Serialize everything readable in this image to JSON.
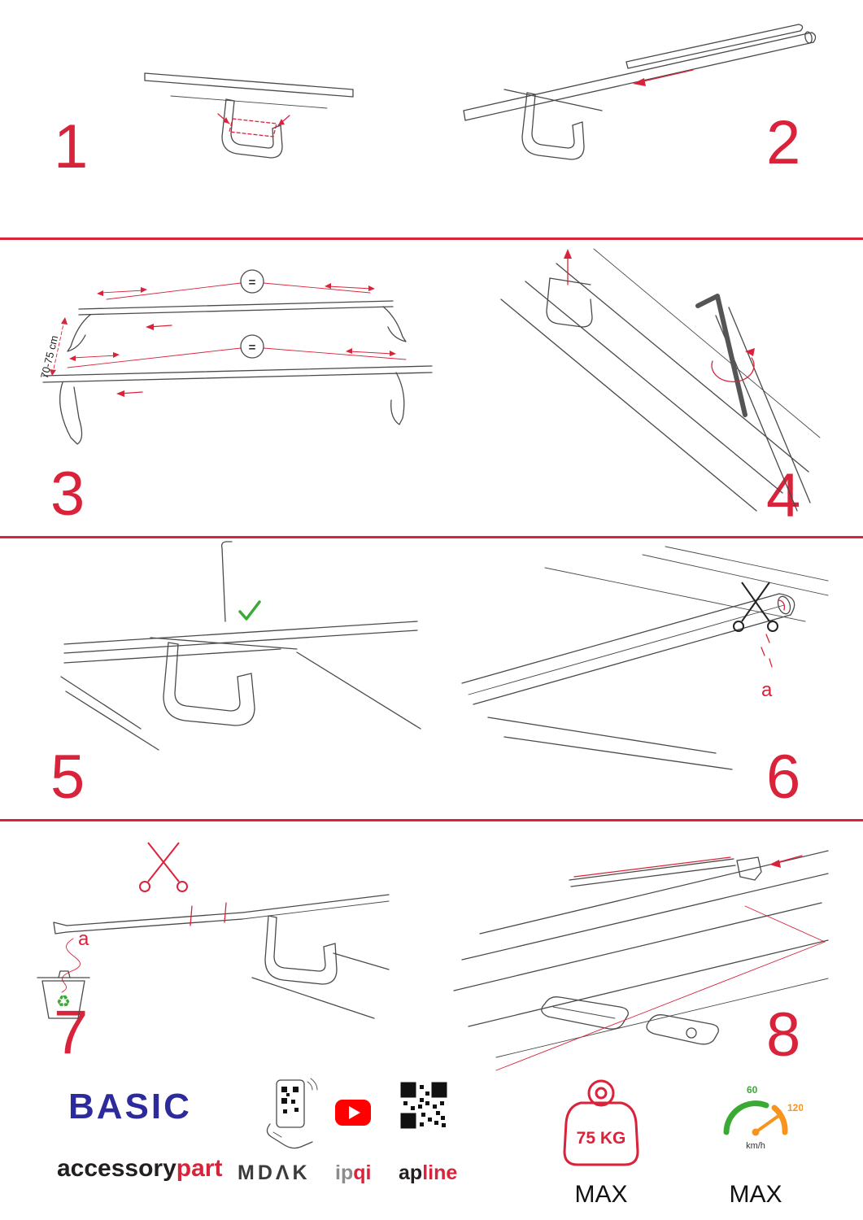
{
  "colors": {
    "accent": "#d9233a",
    "brand_blue": "#2d2b9c",
    "green": "#3aaa35",
    "orange": "#f7941d",
    "ink": "#231f20",
    "gray": "#8c8c8c",
    "youtube_red": "#ff0000"
  },
  "icons": {
    "recycle": "♻"
  },
  "steps": [
    {
      "number": "1"
    },
    {
      "number": "2"
    },
    {
      "number": "3",
      "distance_label": "70-75 cm",
      "equal_sign": "="
    },
    {
      "number": "4"
    },
    {
      "number": "5"
    },
    {
      "number": "6",
      "cut_label": "a"
    },
    {
      "number": "7",
      "cut_label": "a"
    },
    {
      "number": "8"
    }
  ],
  "footer": {
    "brand_name": "BASIC",
    "brand_word_black": "accessory",
    "brand_word_red": "part",
    "partner_mdak": "MDΛK",
    "partner_ipqi_gray": "ip",
    "partner_ipqi_red": "qi",
    "partner_apline_black": "ap",
    "partner_apline_red": "line",
    "max_load_value": "75 KG",
    "max_load_label": "MAX",
    "speed_tick_low": "60",
    "speed_tick_high": "120",
    "speed_unit": "km/h",
    "speed_max_label": "MAX"
  }
}
